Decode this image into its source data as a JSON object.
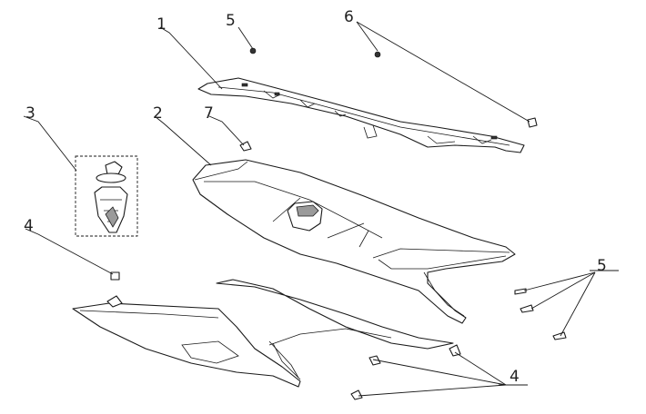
{
  "callouts": {
    "c1": "1",
    "c2": "2",
    "c3": "3",
    "c4_left": "4",
    "c4_bottom": "4",
    "c5_top": "5",
    "c5_right": "5",
    "c6": "6",
    "c7": "7"
  },
  "colors": {
    "line": "#1a1a1a",
    "background": "#ffffff"
  }
}
